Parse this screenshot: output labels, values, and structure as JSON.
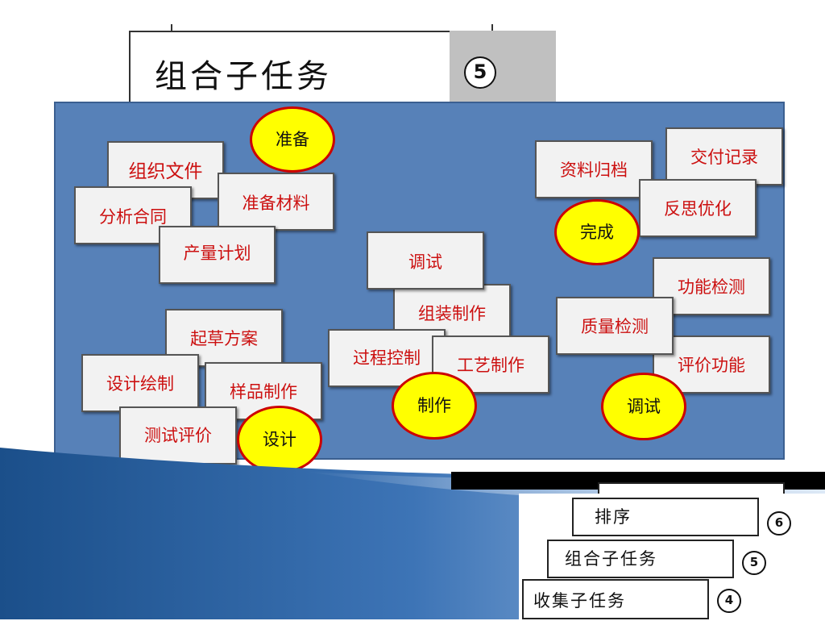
{
  "header": {
    "title": "组合子任务",
    "step_number": "5"
  },
  "groups": [
    {
      "label": "准备",
      "cards": [
        "组织文件",
        "准备材料",
        "分析合同",
        "产量计划"
      ]
    },
    {
      "label": "设计",
      "cards": [
        "起草方案",
        "设计绘制",
        "样品制作",
        "测试评价"
      ]
    },
    {
      "label": "制作",
      "cards": [
        "调试",
        "组装制作",
        "过程控制",
        "工艺制作"
      ]
    },
    {
      "label": "完成",
      "cards": [
        "资料归档",
        "交付记录",
        "反思优化"
      ]
    },
    {
      "label": "调试",
      "cards": [
        "功能检测",
        "质量检测",
        "评价功能"
      ]
    }
  ],
  "stack": [
    {
      "label": "排序",
      "number": "6"
    },
    {
      "label": "组合子任务",
      "number": "5"
    },
    {
      "label": "收集子任务",
      "number": "4"
    }
  ],
  "colors": {
    "panel": "#5781b8",
    "card_text": "#cc1010",
    "oval_fill": "#ffff00",
    "oval_border": "#cc0000"
  }
}
